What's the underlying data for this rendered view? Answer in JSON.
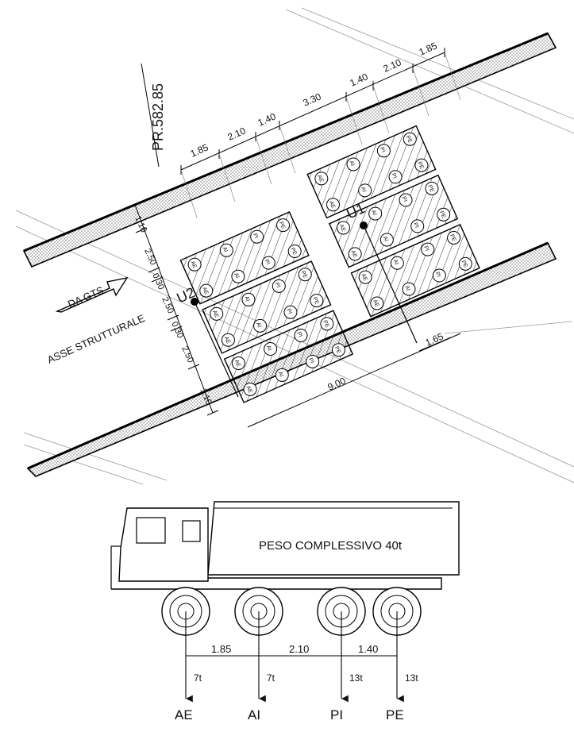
{
  "plan": {
    "station": "PR.582.85",
    "direction": "DA GTS",
    "axis": "ASSE STRUTTURALE",
    "load_points": [
      "U1",
      "U2"
    ],
    "dims_top": [
      "1.85",
      "2.10",
      "1.40",
      "3.30",
      "1.40",
      "2.10",
      "1.85"
    ],
    "dims_left": [
      "1.10",
      "2.50",
      "0.30",
      "2.50",
      "0.30",
      "2.50",
      "1.10"
    ],
    "dims_bottom": [
      "9.00",
      "1.65"
    ],
    "wheel_tags": [
      "AE",
      "AI",
      "PI",
      "PE"
    ]
  },
  "truck": {
    "weight_label": "PESO COMPLESSIVO 40t",
    "spacings": [
      "1.85",
      "2.10",
      "1.40"
    ],
    "axles": [
      {
        "name": "AE",
        "load": "7t"
      },
      {
        "name": "AI",
        "load": "7t"
      },
      {
        "name": "PI",
        "load": "13t"
      },
      {
        "name": "PE",
        "load": "13t"
      }
    ]
  }
}
